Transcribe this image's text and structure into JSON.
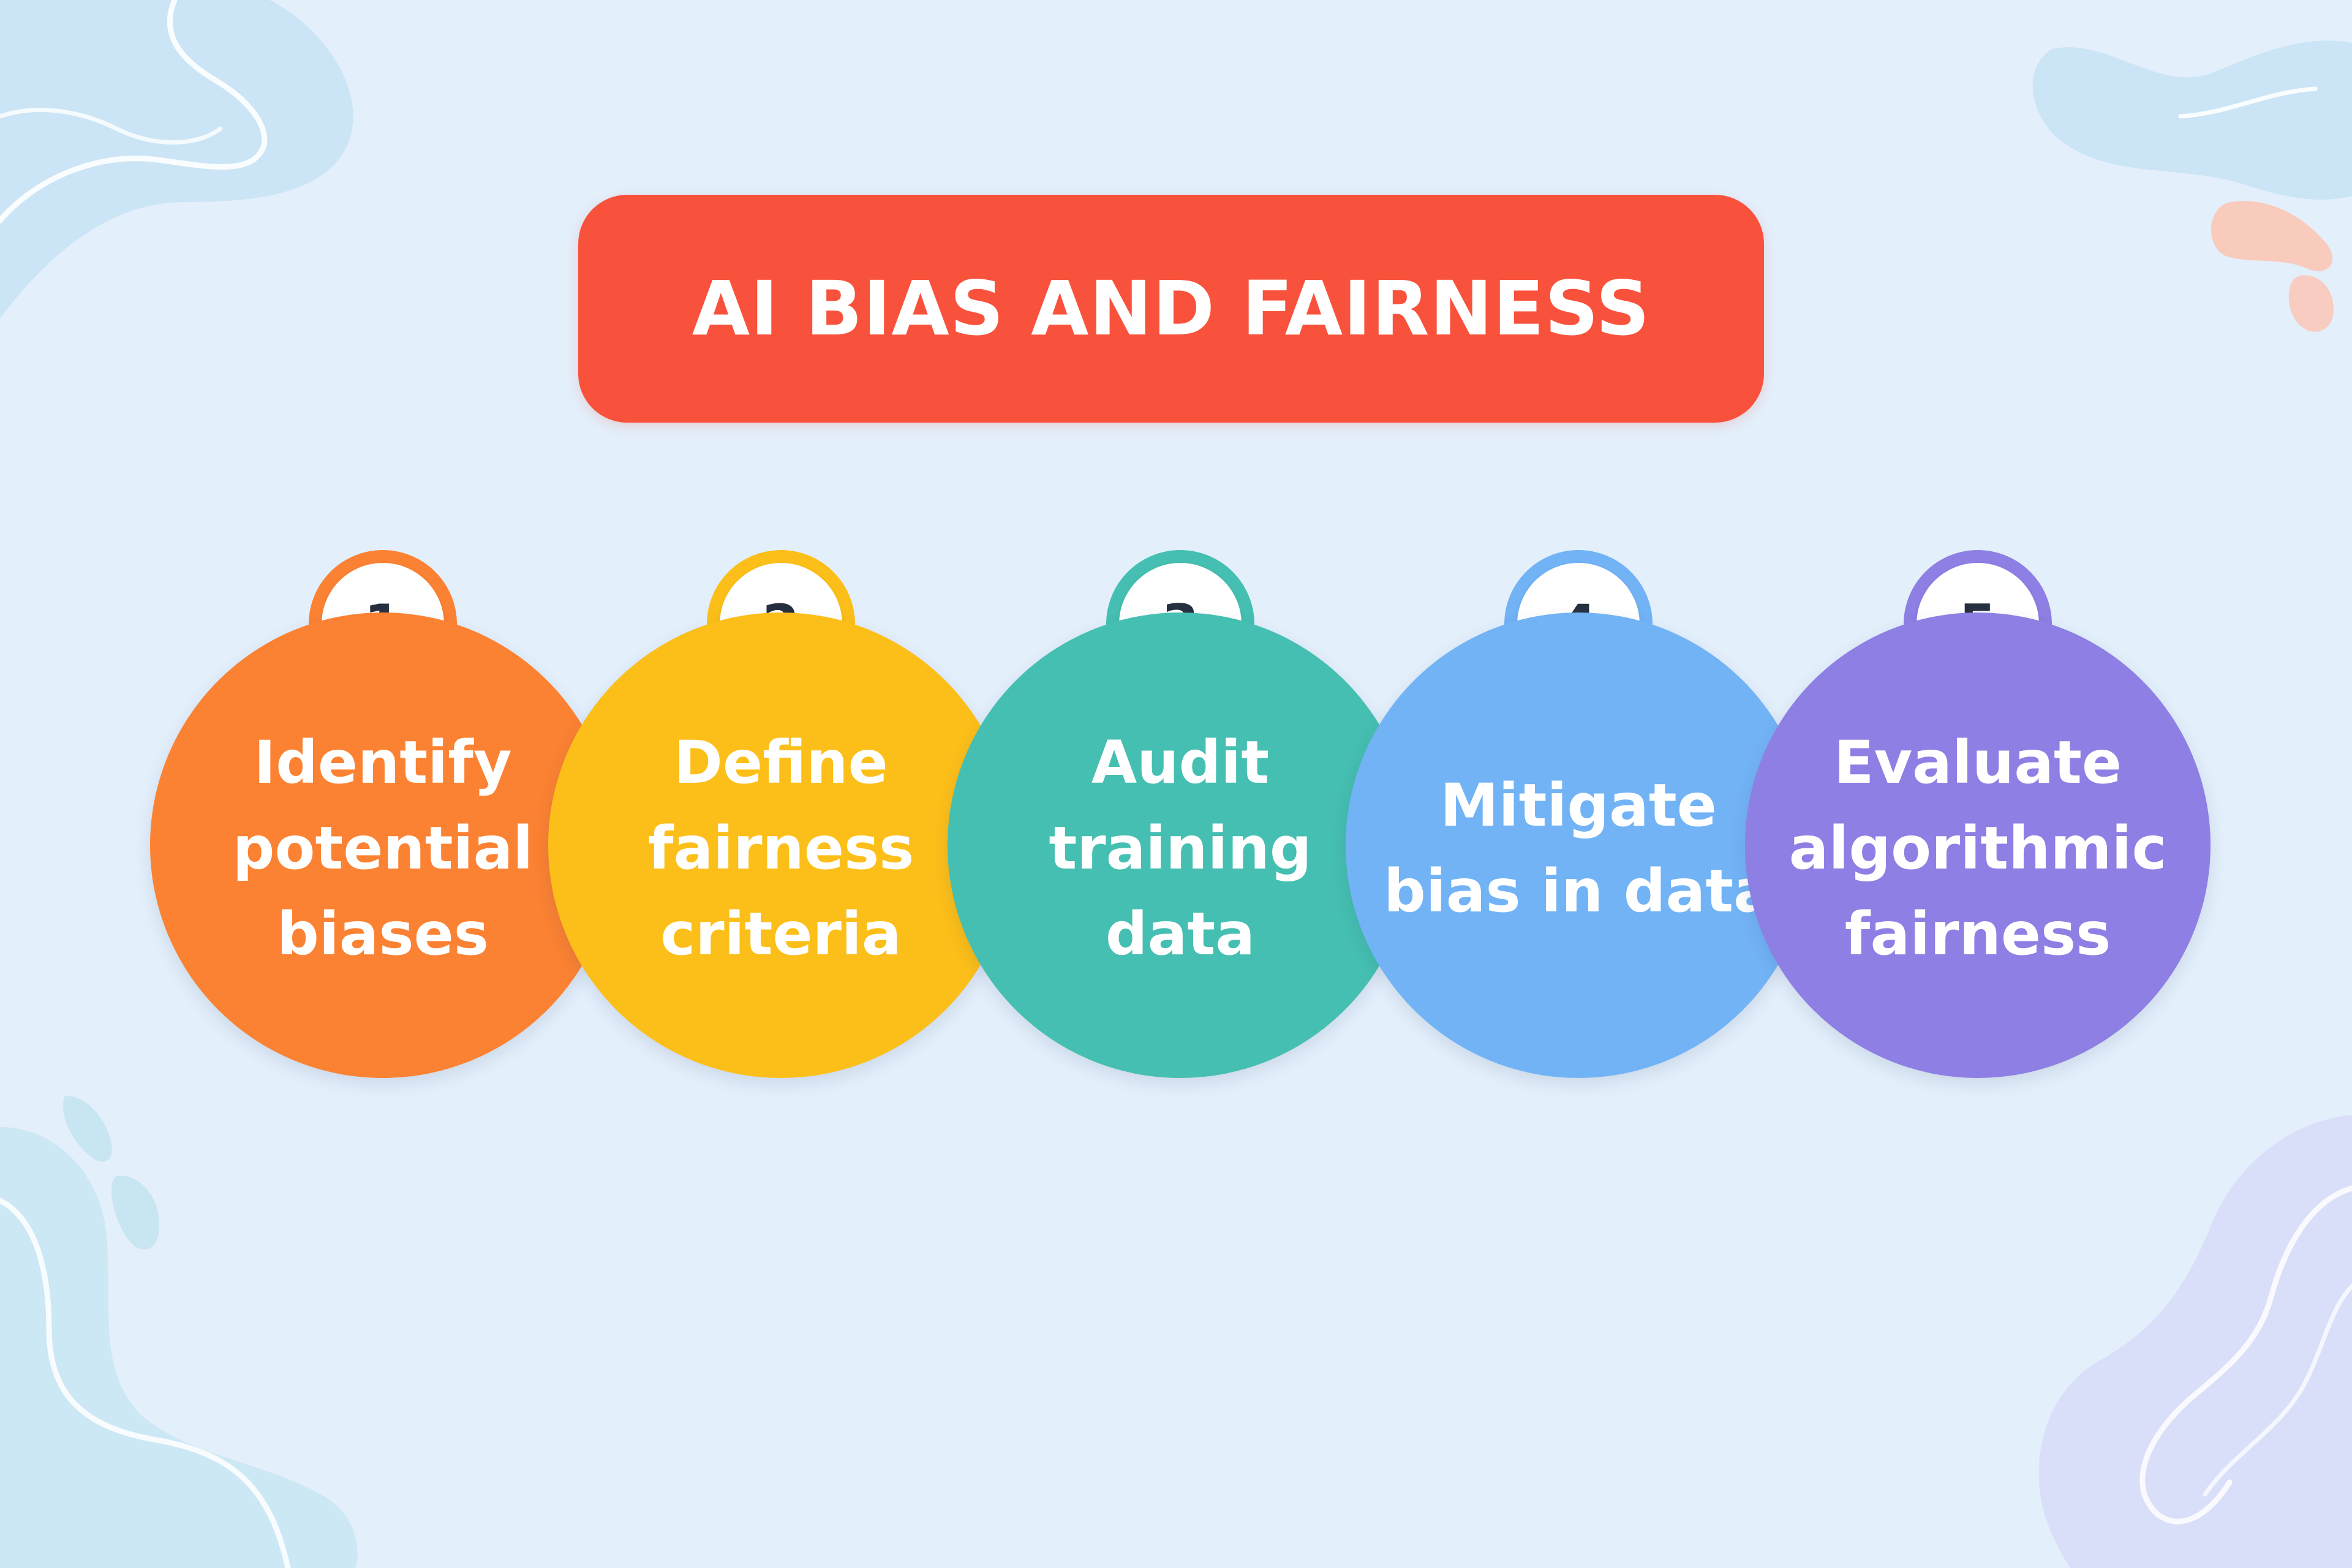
{
  "title": "AI BIAS AND FAIRNESS",
  "colors": {
    "background": "#e3effb",
    "title_box": "#f9523c",
    "title_text": "#ffffff",
    "badge_fill": "#ffffff",
    "badge_text": "#263040",
    "decoration_teal": "#c8e6f2",
    "decoration_peach": "#fbc6b6",
    "decoration_lavender": "#d8dcf8"
  },
  "steps": [
    {
      "number": "1",
      "label": "Identify potential biases",
      "color": "#fb8232"
    },
    {
      "number": "2",
      "label": "Define fairness criteria",
      "color": "#fcbf19"
    },
    {
      "number": "3",
      "label": "Audit training data",
      "color": "#45bfb1"
    },
    {
      "number": "4",
      "label": "Mitigate bias in data",
      "color": "#72b3f5"
    },
    {
      "number": "5",
      "label": "Evaluate algorithmic fairness",
      "color": "#8d7fe3"
    }
  ]
}
